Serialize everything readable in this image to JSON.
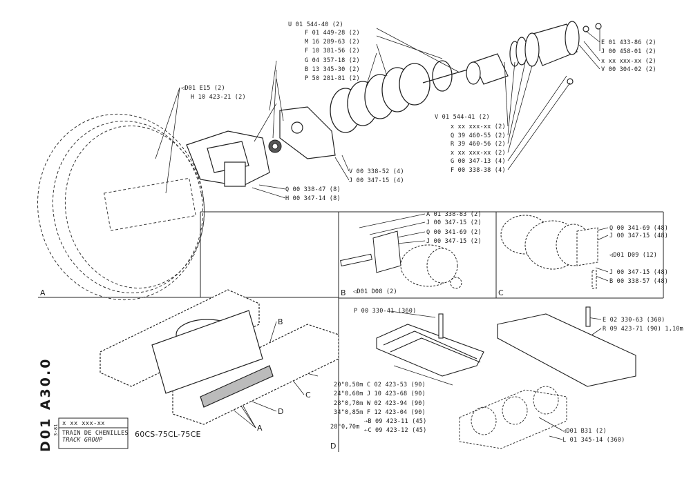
{
  "doc": {
    "code": "D01  A30.0",
    "date": "3-81",
    "ref": "x xx xxx-xx",
    "title_fr": "TRAIN DE CHENILLES",
    "title_en": "TRACK GROUP",
    "models": "60CS-75CL-75CE"
  },
  "panelA": {
    "section": "A",
    "top_left": [
      "◁D01 E15 (2)",
      "H 10 423-21 (2)"
    ],
    "top_center": [
      "U 01 544-40 (2)",
      "F 01 449-28 (2)",
      "M 16 289-63 (2)",
      "F 10 381-56 (2)",
      "G 04 357-18 (2)",
      "B 13 345-30 (2)",
      "P 50 281-81 (2)"
    ],
    "top_right": [
      "E 01 433-86 (2)",
      "J 00 458-01 (2)",
      "x xx xxx-xx (2)",
      "V 00 304-02 (2)"
    ],
    "mid_right": [
      "V 01 544-41 (2)",
      "x xx xxx-xx (2)",
      "Q 39 460-55 (2)",
      "R 39 460-56 (2)",
      "x xx xxx-xx (2)",
      "G 00 347-13 (4)",
      "F 00 338-38 (4)"
    ],
    "bottom_center": [
      "V 00 338-52 (4)",
      "J 00 347-15 (4)"
    ],
    "bottom_left": [
      "Q 00 338-47 (8)",
      "H 00 347-14 (8)"
    ]
  },
  "panelB": {
    "section": "B",
    "labels": [
      "A 01 338-83 (2)",
      "J 00 347-15 (2)",
      "Q 00 341-69 (2)",
      "J 00 347-15 (2)"
    ],
    "ref": "◁D01  D08 (2)"
  },
  "panelC": {
    "section": "C",
    "labels": [
      "Q 00 341-69 (48)",
      "J 00 347-15 (48)",
      "◁D01  D09 (12)",
      "J 00 347-15 (48)",
      "B 00 338-57 (48)"
    ]
  },
  "panelD": {
    "section": "D",
    "top_left": "P 00 330-41 (360)",
    "top_right": [
      "E 02 330-63 (360)",
      "R 09 423-71 (90) 1,10m"
    ],
    "shoes": [
      "20\"0,50m C 02 423-53 (90)",
      "24\"0,60m J 10 423-68 (90)",
      "28\"0,70m W 02 423-94 (90)",
      "34\"0,85m F 12 423-04 (90)"
    ],
    "shoe_split": {
      "size": "28\"0,70m",
      "a": "⇢B 09 423-11 (45)",
      "b": "⇠C 09 423-12 (45)"
    },
    "bottom": [
      "◁D01  B31 (2)",
      "L 01 345-14 (360)"
    ]
  },
  "overview": {
    "labels": [
      "B",
      "C",
      "D",
      "A"
    ]
  }
}
